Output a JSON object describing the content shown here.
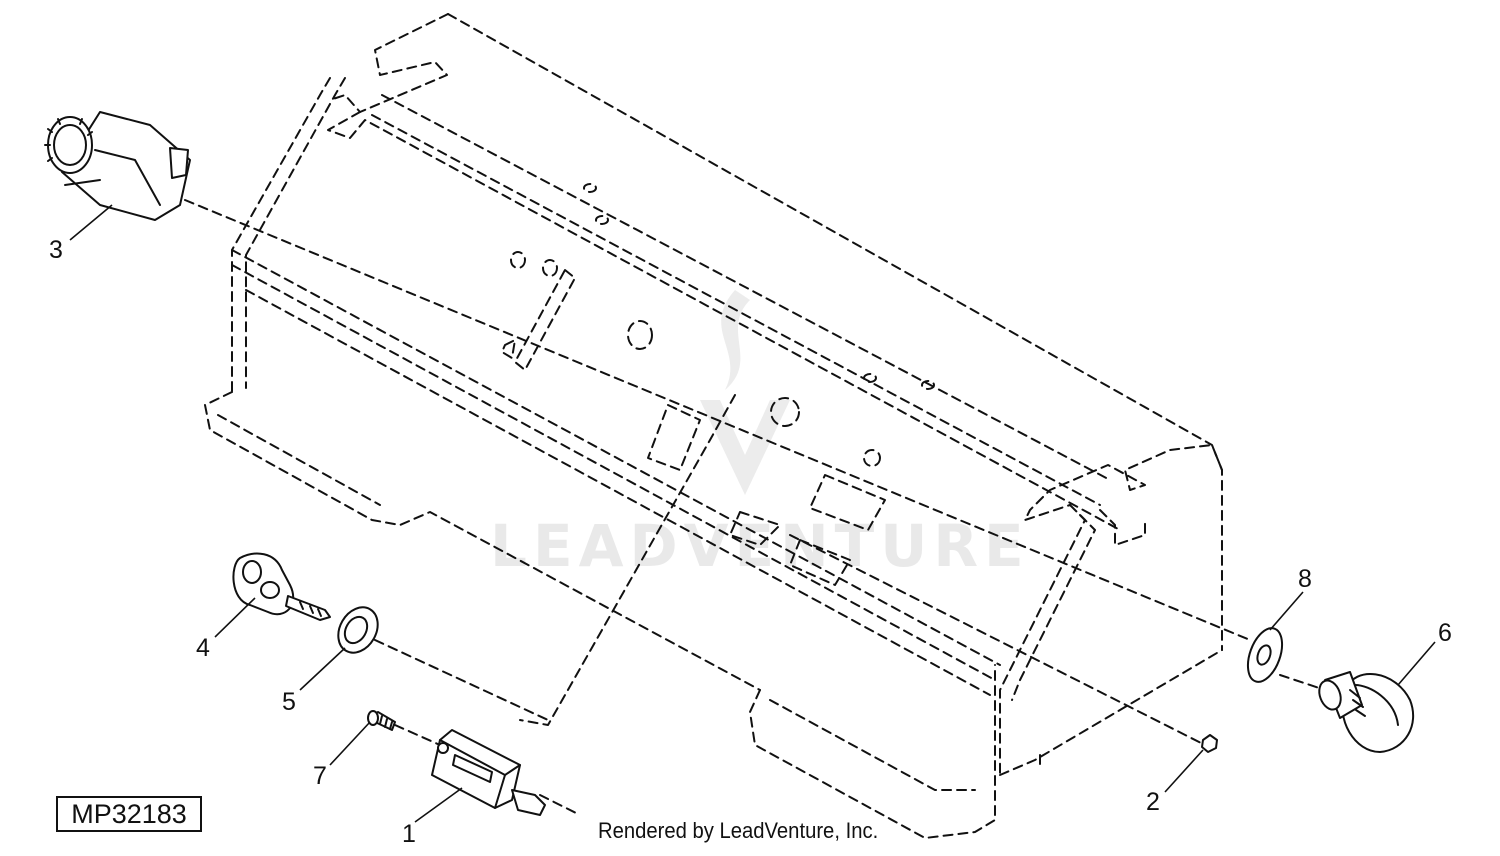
{
  "diagram_id": "MP32183",
  "credit": "Rendered by LeadVenture, Inc.",
  "watermark": "LEADVENTURE",
  "callouts": [
    "1",
    "2",
    "3",
    "4",
    "5",
    "6",
    "7",
    "8"
  ],
  "parts": [
    {
      "callout": "1",
      "icon": "hour-meter-icon"
    },
    {
      "callout": "2",
      "icon": "nut-icon"
    },
    {
      "callout": "3",
      "icon": "switch-assembly-icon"
    },
    {
      "callout": "4",
      "icon": "key-icon"
    },
    {
      "callout": "5",
      "icon": "lock-nut-icon"
    },
    {
      "callout": "6",
      "icon": "ignition-switch-icon"
    },
    {
      "callout": "7",
      "icon": "screw-icon"
    },
    {
      "callout": "8",
      "icon": "washer-icon"
    }
  ]
}
